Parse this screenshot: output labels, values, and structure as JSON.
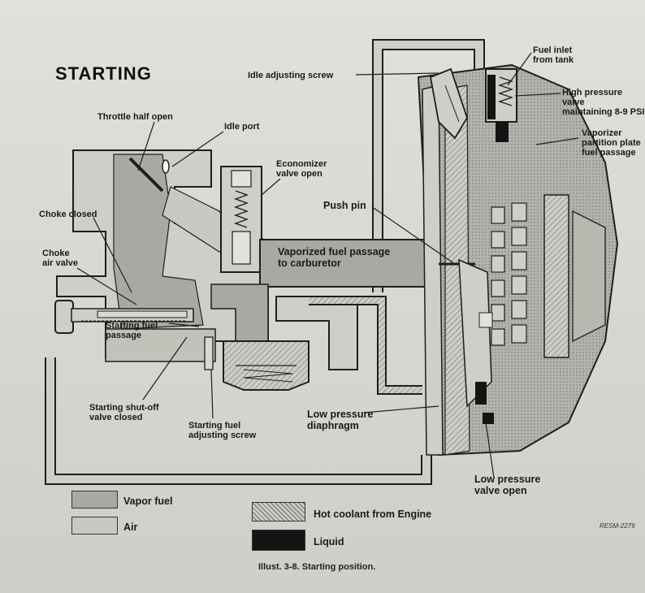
{
  "title": "STARTING",
  "labels": {
    "idle_adjusting_screw": "Idle adjusting screw",
    "throttle_half_open": "Throttle half open",
    "idle_port": "Idle port",
    "economizer_valve_open": "Economizer\nvalve open",
    "choke_closed": "Choke closed",
    "choke_air_valve": "Choke\nair valve",
    "push_pin": "Push pin",
    "vaporized_fuel_passage": "Vaporized fuel passage\nto carburetor",
    "starting_fuel_passage": "Starting fuel\npassage",
    "starting_shutoff_valve": "Starting shut-off\nvalve closed",
    "starting_fuel_adjusting_screw": "Starting fuel\nadjusting screw",
    "low_pressure_diaphragm": "Low pressure\ndiaphragm",
    "low_pressure_valve_open": "Low pressure\nvalve open",
    "fuel_inlet": "Fuel inlet\nfrom tank",
    "high_pressure_valve": "High pressure valve\nmaintaining 8-9 PSI",
    "vaporizer_partition": "Vaporizer\npartition plate\nfuel passage"
  },
  "legend": [
    {
      "label": "Vapor fuel",
      "swatch": "vapor"
    },
    {
      "label": "Air",
      "swatch": "air"
    },
    {
      "label": "Hot coolant from Engine",
      "swatch": "coolant"
    },
    {
      "label": "Liquid",
      "swatch": "liquid"
    }
  ],
  "colors": {
    "vapor": "#a9a9a3",
    "air": "#c9c9c3",
    "coolant": "#bdbdb6",
    "liquid": "#141414",
    "line": "#1e1e1e"
  },
  "caption": "Illust. 3-8.  Starting position.",
  "figure_code": "RESM-2279"
}
